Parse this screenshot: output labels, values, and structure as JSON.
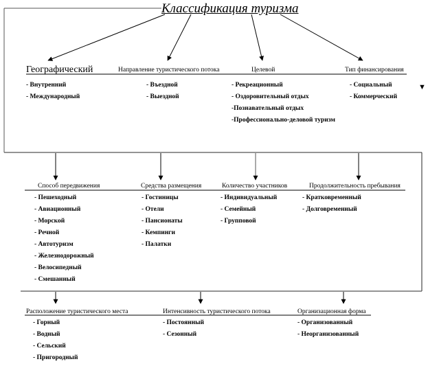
{
  "title": "Классификация туризма",
  "row1": {
    "categories": [
      {
        "name": "Географический",
        "items": [
          "-  Внутренний",
          "-  Международный"
        ]
      },
      {
        "name": "Направление туристического потока",
        "items": [
          "- Въездной",
          "- Выездной"
        ]
      },
      {
        "name": "Целевой",
        "items": [
          "- Рекреационный",
          "- Оздоровительный отдых",
          "-Познавательный отдых",
          "-Профессионально-деловой туризм"
        ]
      },
      {
        "name": "Тип финансирования",
        "items": [
          "- Социальный",
          "- Коммерческий"
        ]
      }
    ]
  },
  "row2": {
    "categories": [
      {
        "name": "Способ передвижения",
        "items": [
          "- Пешеходный",
          "- Авиационный",
          "- Морской",
          "- Речной",
          "- Автотуризм",
          "- Железнодорожный",
          "- Велосипедный",
          "- Смешанный"
        ]
      },
      {
        "name": "Средства размещения",
        "items": [
          "- Гостиницы",
          "-  Отели",
          "-  Пансионаты",
          "-  Кемпинги",
          "-  Палатки"
        ]
      },
      {
        "name": "Количество участников",
        "items": [
          "- Индивидуальный",
          "- Семейный",
          " - Групповой"
        ]
      },
      {
        "name": "Продолжительность пребывания",
        "items": [
          "- Кратковременный",
          "-  Долговременный"
        ]
      }
    ]
  },
  "row3": {
    "categories": [
      {
        "name": "Расположение туристического места",
        "items": [
          "- Горный",
          "- Водный",
          "- Сельский",
          "-  Пригородный"
        ]
      },
      {
        "name": "Интенсивность туристического потока",
        "items": [
          "-  Постоянный",
          "- Сезонный"
        ]
      },
      {
        "name": "Организационная форма",
        "items": [
          "-  Организованный",
          "-  Неорганизованный"
        ]
      }
    ]
  },
  "marker_icon": "▼"
}
